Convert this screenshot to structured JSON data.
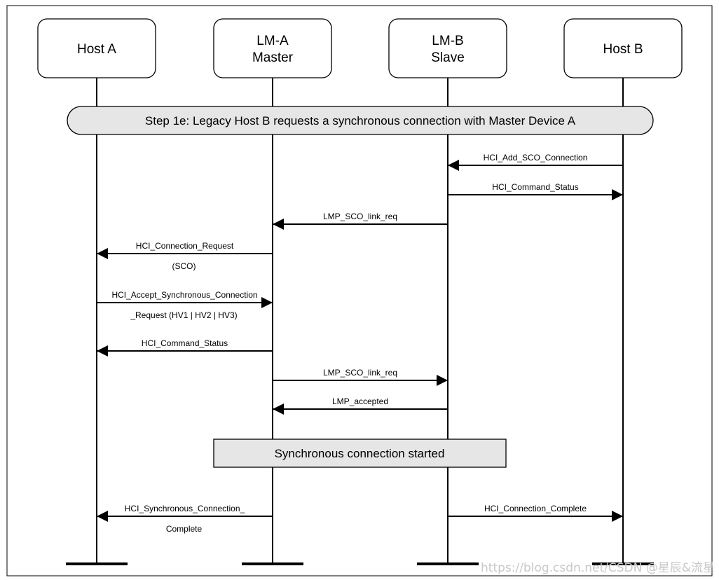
{
  "participants": [
    {
      "id": "host-a",
      "lines": [
        "Host A"
      ]
    },
    {
      "id": "lm-a",
      "lines": [
        "LM-A",
        "Master"
      ]
    },
    {
      "id": "lm-b",
      "lines": [
        "LM-B",
        "Slave"
      ]
    },
    {
      "id": "host-b",
      "lines": [
        "Host B"
      ]
    }
  ],
  "step_banner": "Step 1e: Legacy Host B requests a synchronous connection with Master Device A",
  "messages": [
    {
      "id": "hci-add-sco-connection",
      "from": "host-b",
      "to": "lm-b",
      "lines": [
        "HCI_Add_SCO_Connection"
      ]
    },
    {
      "id": "hci-command-status-1",
      "from": "lm-b",
      "to": "host-b",
      "lines": [
        "HCI_Command_Status"
      ]
    },
    {
      "id": "lmp-sco-link-req-1",
      "from": "lm-b",
      "to": "lm-a",
      "lines": [
        "LMP_SCO_link_req"
      ]
    },
    {
      "id": "hci-connection-request",
      "from": "lm-a",
      "to": "host-a",
      "lines": [
        "HCI_Connection_Request",
        "(SCO)"
      ]
    },
    {
      "id": "hci-accept-synchronous-connection-request",
      "from": "host-a",
      "to": "lm-a",
      "lines": [
        "HCI_Accept_Synchronous_Connection",
        "_Request (HV1 | HV2 | HV3)"
      ]
    },
    {
      "id": "hci-command-status-2",
      "from": "lm-a",
      "to": "host-a",
      "lines": [
        "HCI_Command_Status"
      ]
    },
    {
      "id": "lmp-sco-link-req-2",
      "from": "lm-a",
      "to": "lm-b",
      "lines": [
        "LMP_SCO_link_req"
      ]
    },
    {
      "id": "lmp-accepted",
      "from": "lm-b",
      "to": "lm-a",
      "lines": [
        "LMP_accepted"
      ]
    },
    {
      "id": "hci-synchronous-connection-complete",
      "from": "lm-a",
      "to": "host-a",
      "lines": [
        "HCI_Synchronous_Connection_",
        "Complete"
      ]
    },
    {
      "id": "hci-connection-complete",
      "from": "lm-b",
      "to": "host-b",
      "lines": [
        "HCI_Connection_Complete"
      ]
    }
  ],
  "state_box": "Synchronous connection started",
  "watermark": "https://blog.csdn.net/CSDN @星辰&流星"
}
